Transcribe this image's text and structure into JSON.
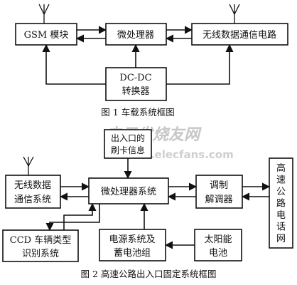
{
  "figure1": {
    "gsm_label": "GSM 模块",
    "mcu_label": "微处理器",
    "wireless_label": "无线数据通信电路",
    "dcdc_line1": "DC-DC",
    "dcdc_line2": "转换器",
    "caption": "图 1 车载系统框图"
  },
  "figure2": {
    "wireless_line1": "无线数据",
    "wireless_line2": "通信系统",
    "mcu_label": "微处理器系统",
    "modem_line1": "调制",
    "modem_line2": "解调器",
    "phone_chars": [
      "高",
      "速",
      "公",
      "路",
      "电",
      "话",
      "网"
    ],
    "ccd_line1": "CCD 车辆类型",
    "ccd_line2": "识别系统",
    "power_line1": "电源系统及",
    "power_line2": "蓄电池组",
    "solar_line1": "太阳能",
    "solar_line2": "电池",
    "input_line1": "出入口的",
    "input_line2": "刷卡信息",
    "caption": "图 2 高速公路出入口固定系统框图"
  },
  "watermark": {
    "text1": "电子发烧友网",
    "text2": "www.elecfans.com"
  }
}
